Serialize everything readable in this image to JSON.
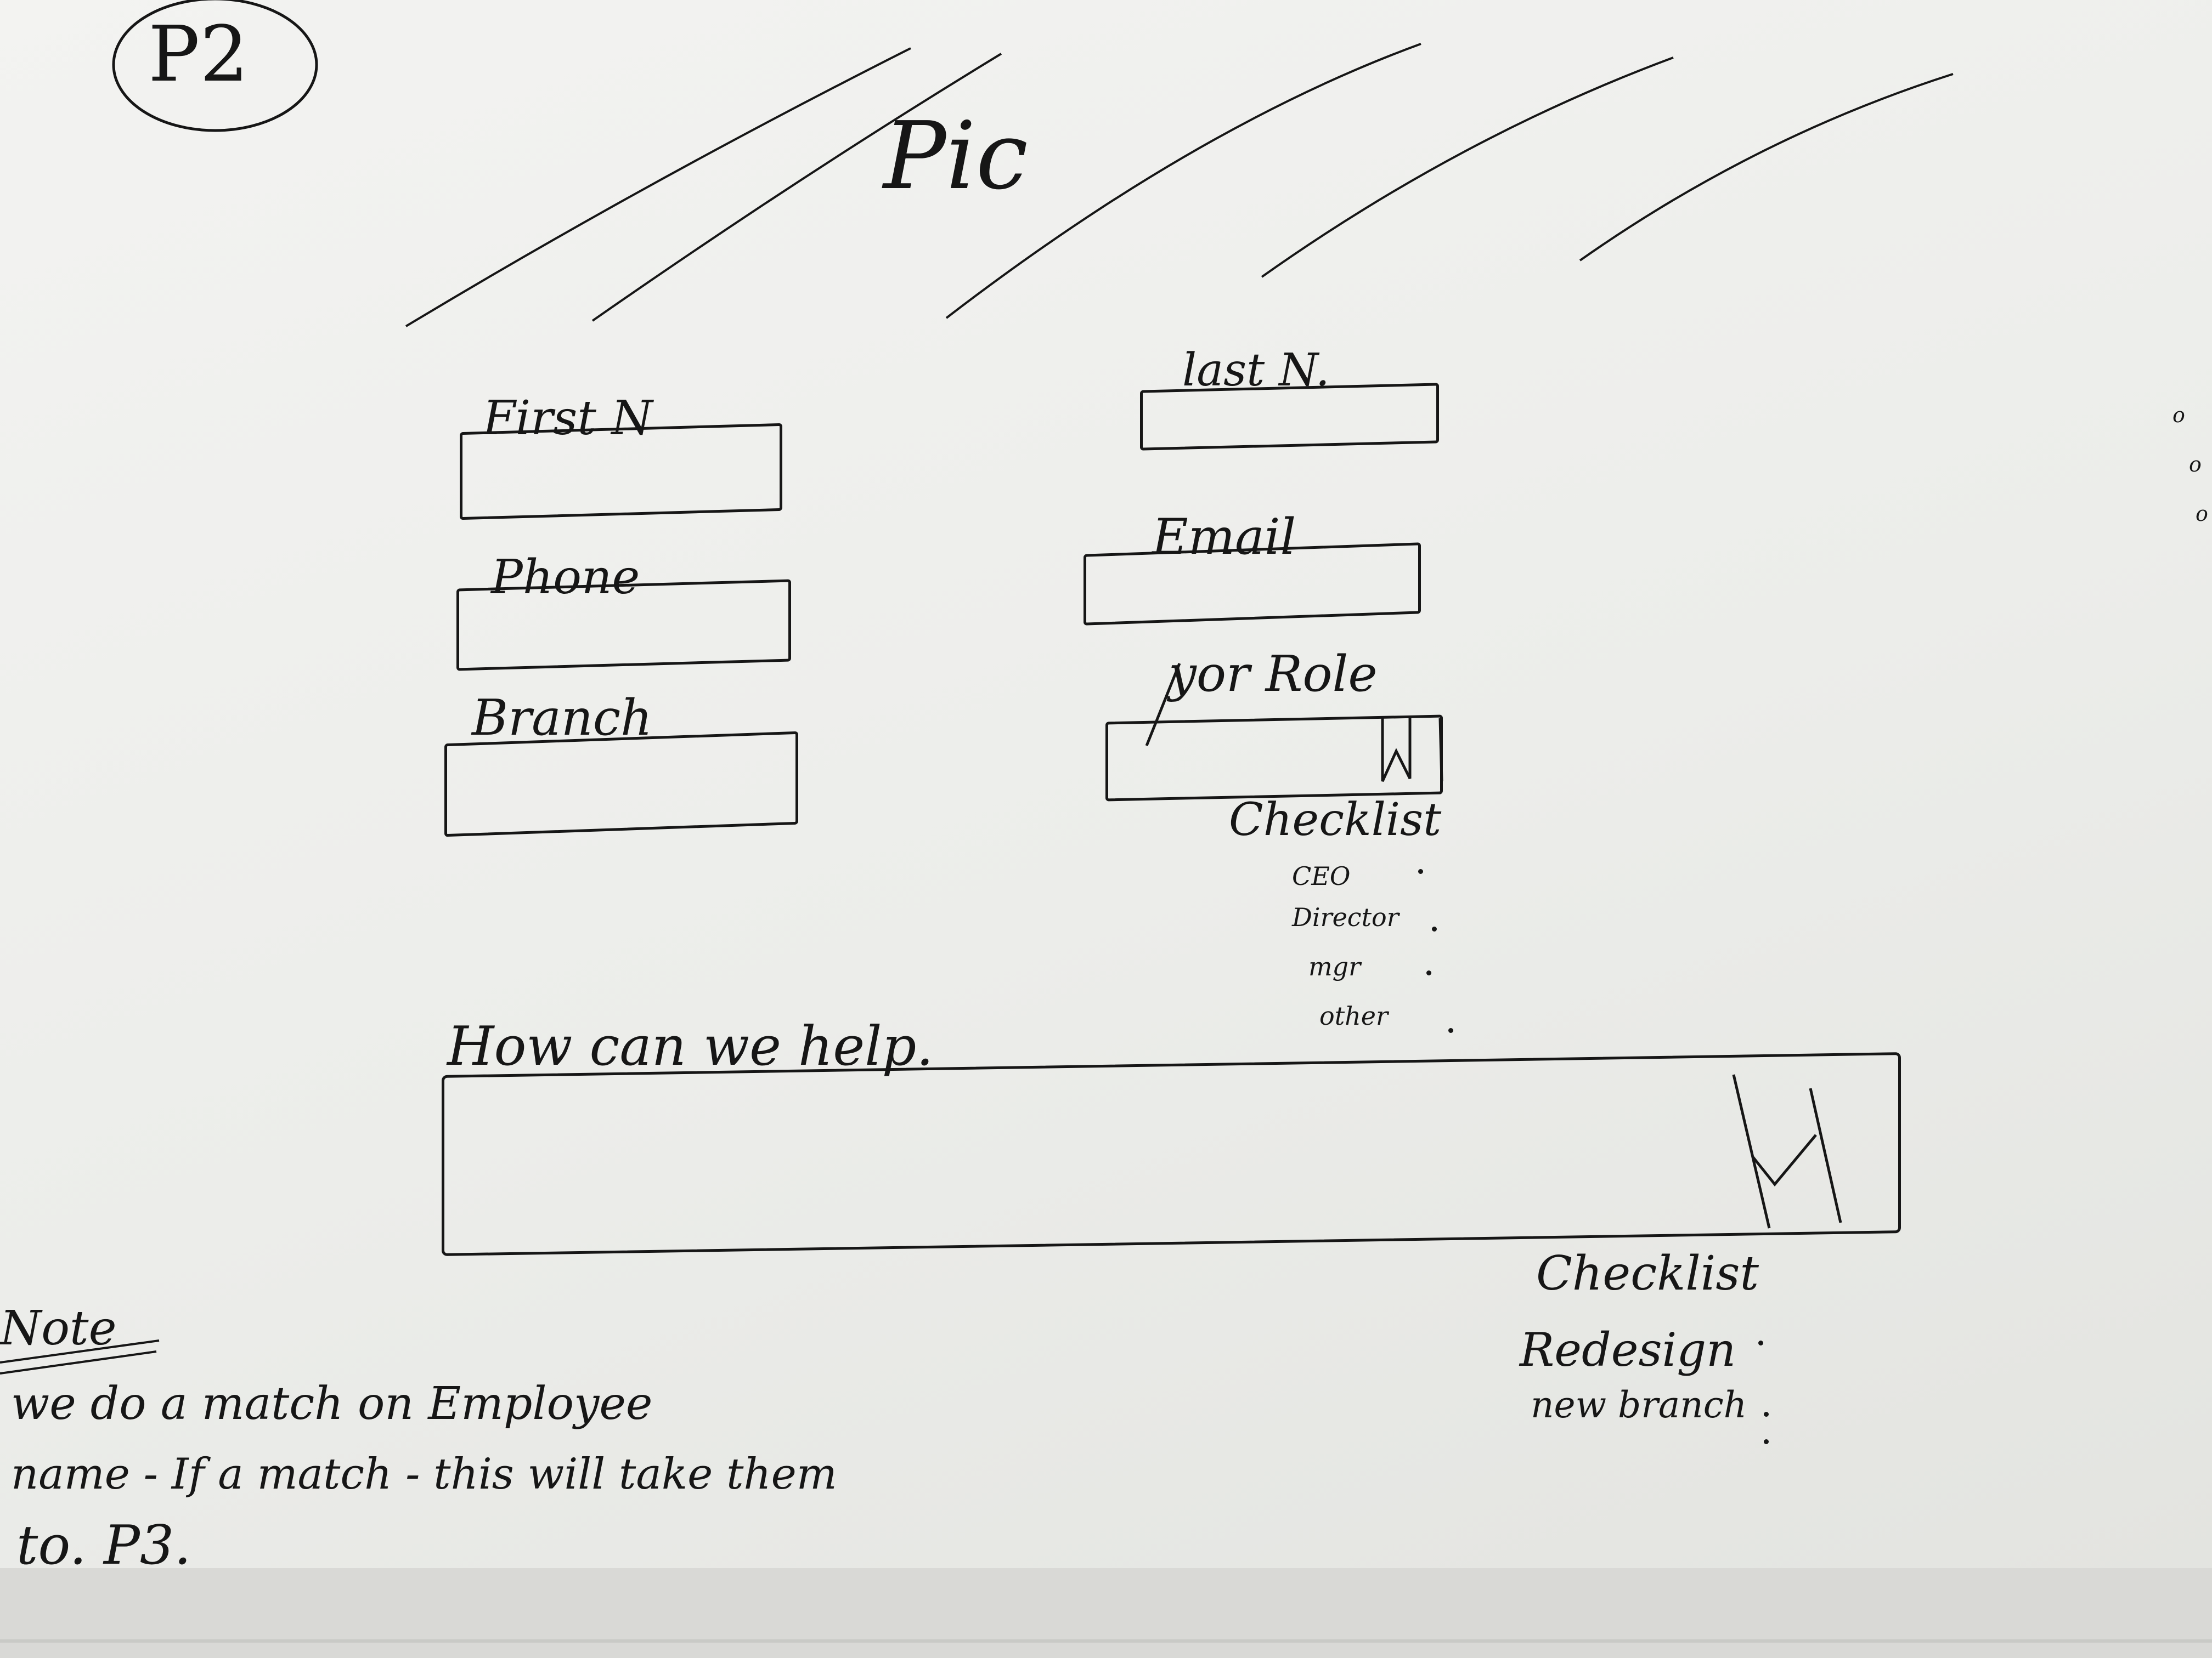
{
  "page_label": "P2",
  "hero_label": "Pic",
  "form": {
    "first_name_label": "First N",
    "last_name_label": "last N.",
    "phone_label": "Phone",
    "email_label": "Email",
    "branch_label": "Branch",
    "role_label": "yor Role",
    "role_checklist": {
      "title": "Checklist",
      "options": [
        "CEO",
        "Director",
        "mgr",
        "other"
      ]
    },
    "help_label": "How can we help.",
    "help_checklist": {
      "title": "Checklist",
      "options": [
        "Redesign",
        "new branch"
      ]
    }
  },
  "note": {
    "title": "Note",
    "lines": [
      "we do a match on Employee",
      "name - If a match - this will take them",
      "to. P3."
    ]
  },
  "colors": {
    "ink": "#161616",
    "paper": "#f0f0ee"
  }
}
